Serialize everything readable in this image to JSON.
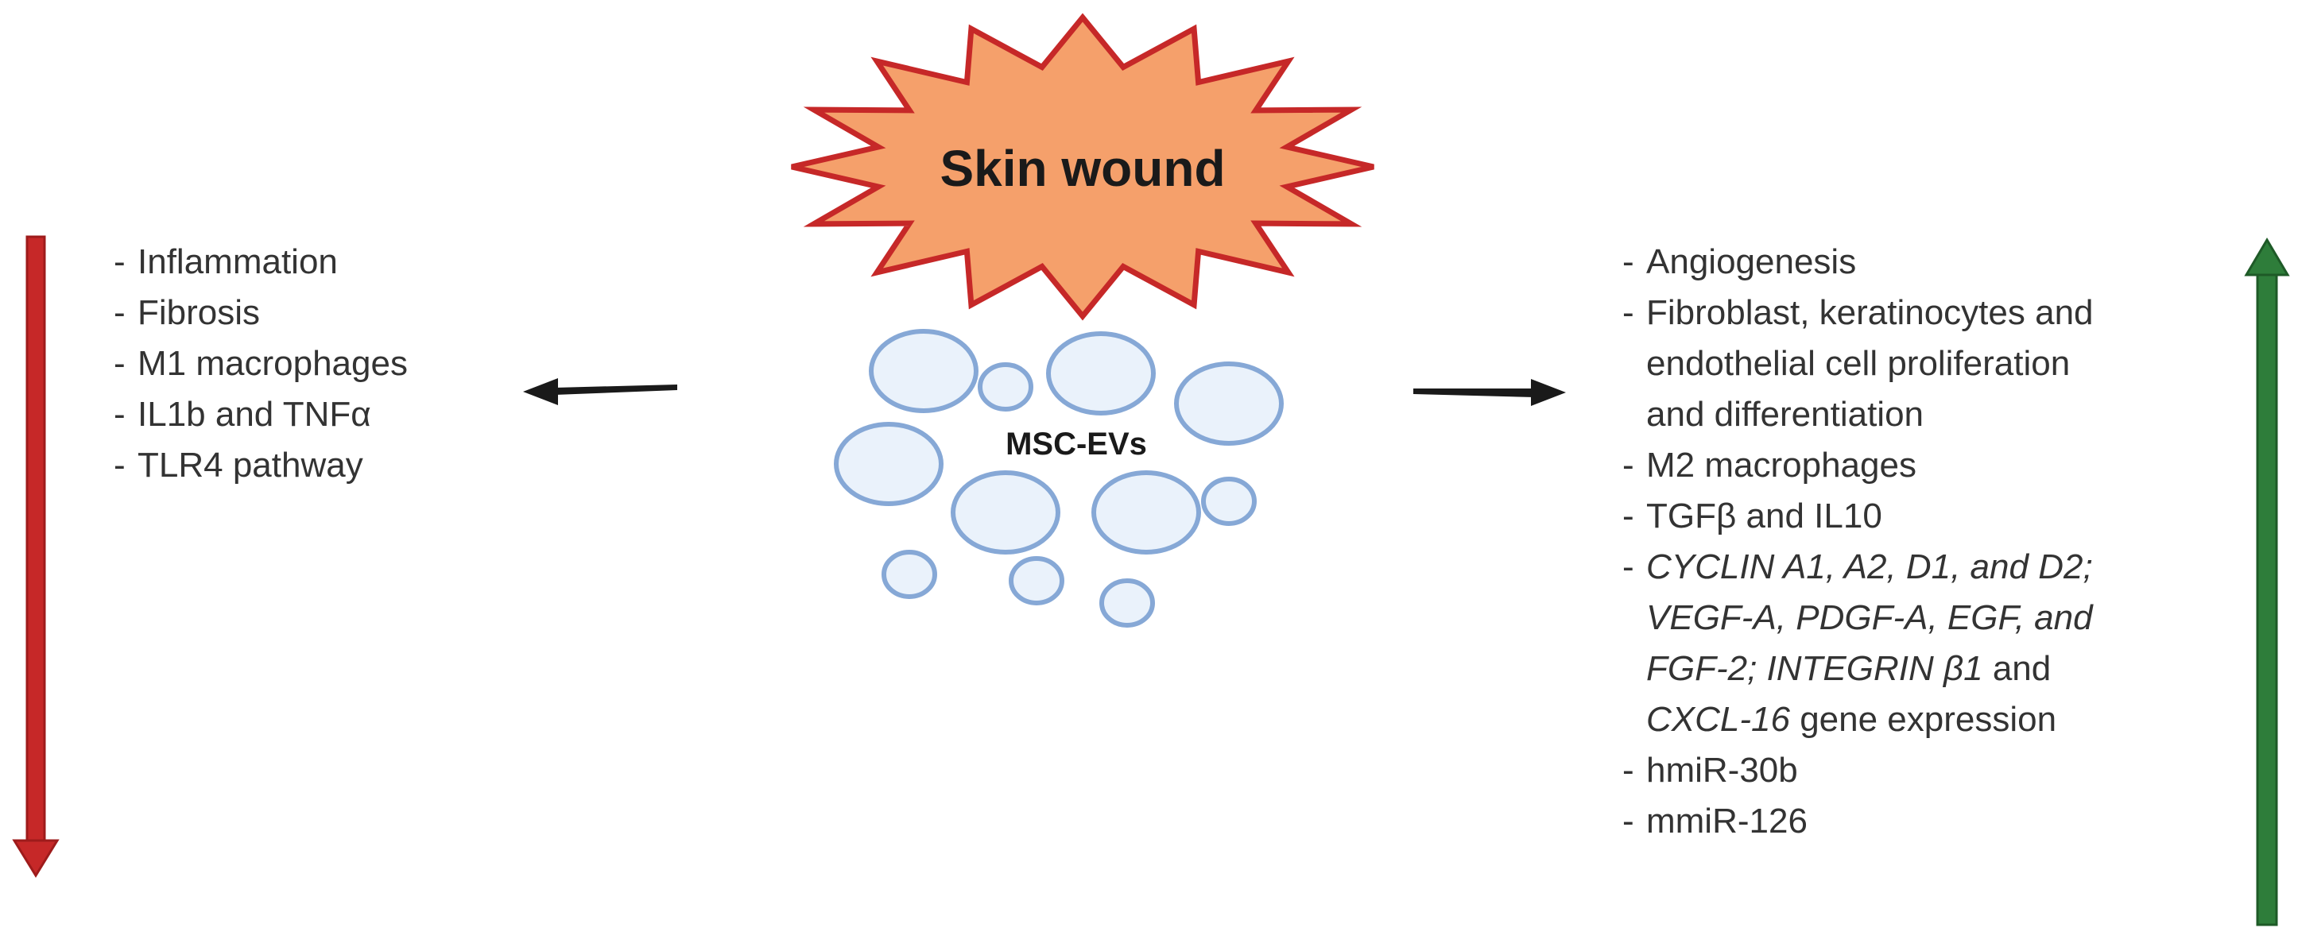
{
  "title": "Skin wound",
  "center_label": "MSC-EVs",
  "dash": "-",
  "colors": {
    "burst_fill": "#F5A06B",
    "burst_stroke": "#C62828",
    "vesicle_fill": "#EAF2FB",
    "vesicle_stroke": "#86A8D6",
    "down_arrow": "#C62828",
    "down_arrow_stroke": "#9E1B1B",
    "up_arrow": "#2E7D3A",
    "up_arrow_stroke": "#1E5A27",
    "pointer_arrow": "#1A1A1A",
    "text": "#333333"
  },
  "decreased_effects": [
    {
      "text": "Inflammation"
    },
    {
      "text": "Fibrosis"
    },
    {
      "text": "M1 macrophages"
    },
    {
      "text": "IL1b and TNFα"
    },
    {
      "text": "TLR4 pathway"
    }
  ],
  "increased_effects": {
    "angiogenesis": "Angiogenesis",
    "proliferation_1": "Fibroblast, keratinocytes and",
    "proliferation_2": "endothelial cell proliferation",
    "proliferation_3": "and differentiation",
    "m2": "M2 macrophages",
    "tgf": "TGFβ and IL10",
    "genes_1": "CYCLIN A1, A2, D1, and D2;",
    "genes_2": "VEGF-A, PDGF-A, EGF, and",
    "genes_3_italic": "FGF-2;  INTEGRIN β1",
    "genes_3_plain": " and",
    "genes_4_italic": "CXCL-16",
    "genes_4_plain": " gene expression",
    "mir1": "hmiR-30b",
    "mir2": "mmiR-126"
  }
}
